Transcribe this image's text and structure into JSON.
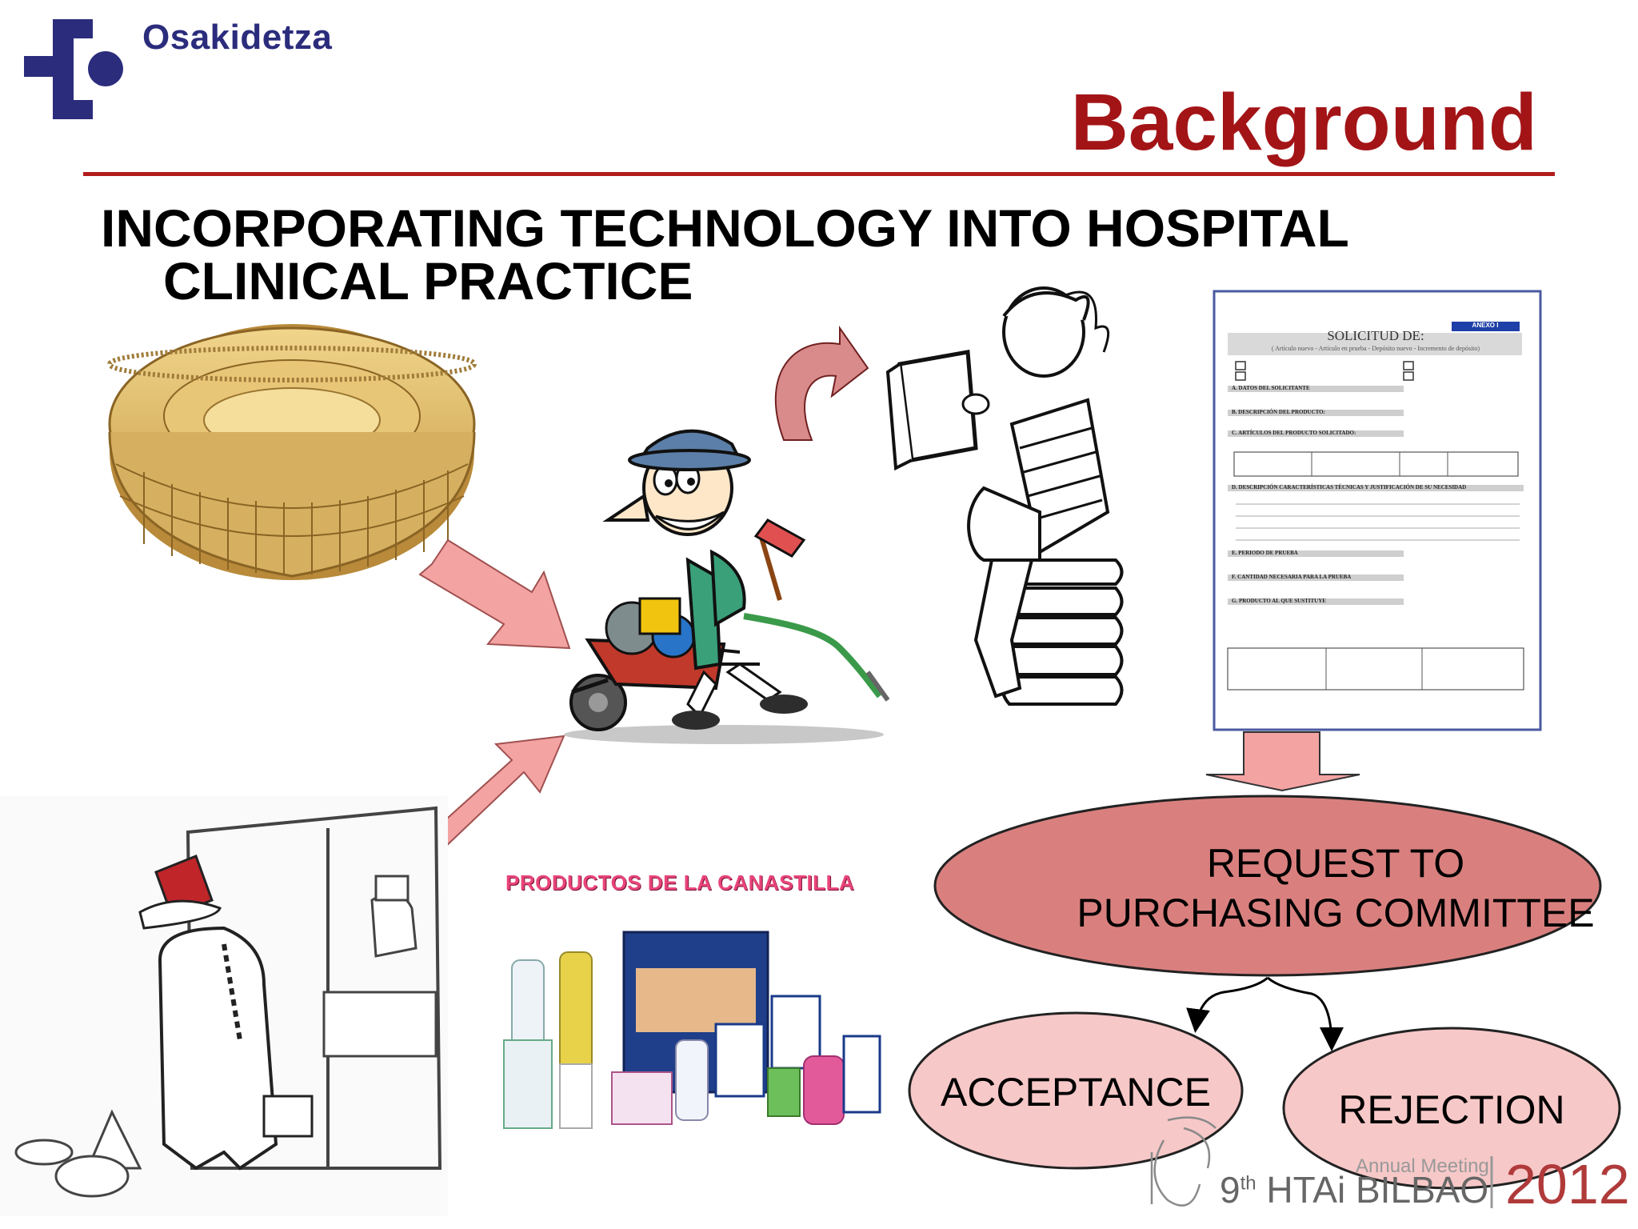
{
  "header": {
    "logo_name": "Osakidetza",
    "title": "Background"
  },
  "subtitle": {
    "line1": "INCORPORATING TECHNOLOGY INTO HOSPITAL",
    "line2": "CLINICAL PRACTICE"
  },
  "flow": {
    "request": "REQUEST TO\nPURCHASING COMMITTEE",
    "acceptance": "ACCEPTANCE",
    "rejection": "REJECTION"
  },
  "illustrations": {
    "canastilla_title": "PRODUCTOS DE LA CANASTILLA",
    "icons": [
      "colosseum-icon",
      "gardener-wheelbarrow-icon",
      "reader-on-books-icon",
      "request-form-icon",
      "businessman-door-icon",
      "baby-products-icon"
    ]
  },
  "form": {
    "anexo": "ANEXO I",
    "header": "SOLICITUD DE:",
    "subheader": "( Artículo nuevo - Artículo en prueba - Depósito nuevo - Incremento de depósito)",
    "sections": [
      "A. DATOS DEL SOLICITANTE",
      "B. DESCRIPCIÓN DEL PRODUCTO:",
      "C. ARTÍCULOS DEL PRODUCTO SOLICITADO:",
      "D. DESCRIPCIÓN CARACTERÍSTICAS TÉCNICAS Y JUSTIFICACIÓN DE SU NECESIDAD",
      "E. PERIODO DE PRUEBA",
      "F. CANTIDAD NECESARIA PARA LA PRUEBA",
      "G. PRODUCTO AL QUE SUSTITUYE"
    ]
  },
  "footer": {
    "edition": "9",
    "edition_suffix": "th",
    "event": " HTAi BILBAO",
    "meeting": "Annual Meeting",
    "year": "2012"
  },
  "colors": {
    "title_red": "#a31417",
    "logo_blue": "#2b2c7c",
    "request_fill": "#d9807f",
    "outcome_fill": "#f7c8c8",
    "arrow_pink": "#f4a3a3"
  }
}
